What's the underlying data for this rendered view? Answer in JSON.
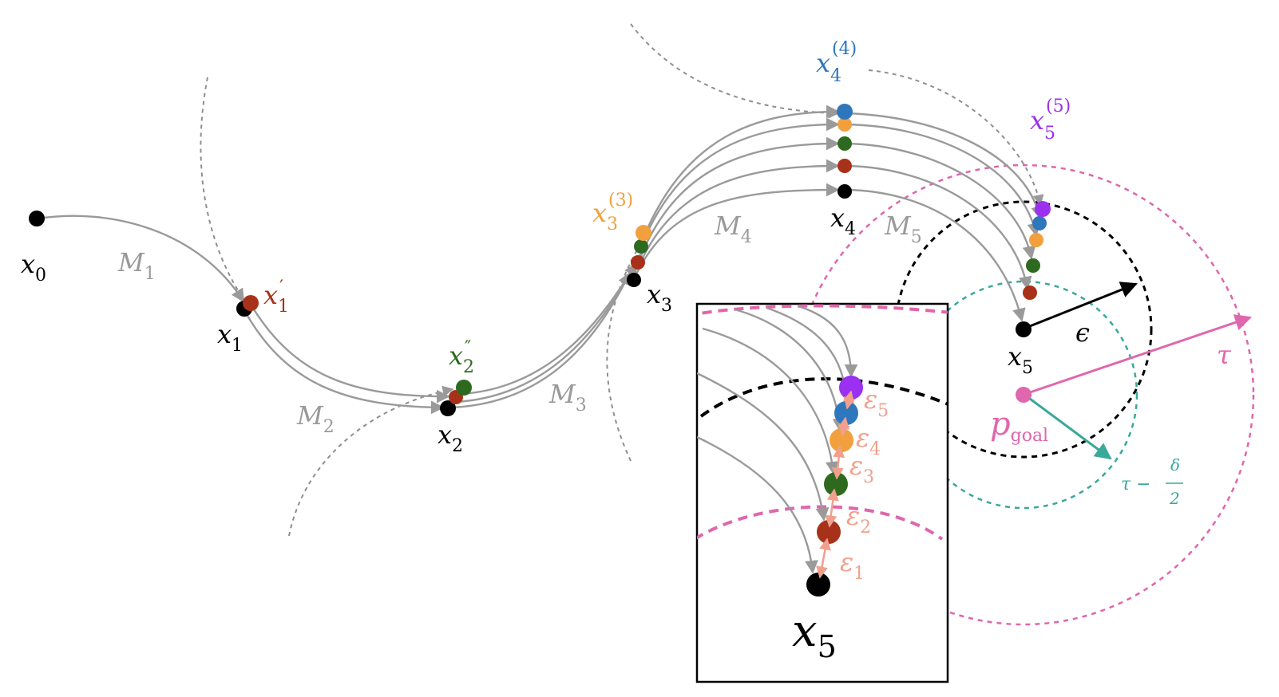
{
  "colors": {
    "black": "#000000",
    "gray": "#9a9a9a",
    "red": "#a83219",
    "green": "#2d6a1f",
    "orange": "#f2a03d",
    "blue": "#2e77bd",
    "purple": "#9b30f0",
    "pink": "#e066ad",
    "teal": "#3aa89a",
    "salmon": "#f0a08c"
  },
  "labels": {
    "x0": {
      "base": "x",
      "sub": "0"
    },
    "x1": {
      "base": "x",
      "sub": "1"
    },
    "x1p": {
      "base": "x",
      "sub": "1",
      "prime": "′"
    },
    "x2": {
      "base": "x",
      "sub": "2"
    },
    "x2pp": {
      "base": "x",
      "sub": "2",
      "prime": "″"
    },
    "x3": {
      "base": "x",
      "sub": "3"
    },
    "x3s": {
      "base": "x",
      "sub": "3",
      "sup": "(3)"
    },
    "x4": {
      "base": "x",
      "sub": "4"
    },
    "x4s": {
      "base": "x",
      "sub": "4",
      "sup": "(4)"
    },
    "x5": {
      "base": "x",
      "sub": "5"
    },
    "x5s": {
      "base": "x",
      "sub": "5",
      "sup": "(5)"
    },
    "M1": {
      "base": "M",
      "sub": "1"
    },
    "M2": {
      "base": "M",
      "sub": "2"
    },
    "M3": {
      "base": "M",
      "sub": "3"
    },
    "M4": {
      "base": "M",
      "sub": "4"
    },
    "M5": {
      "base": "M",
      "sub": "5"
    },
    "pgoal": {
      "base": "p",
      "sub": "goal"
    },
    "epsilon": "ϵ",
    "tau": "τ",
    "tau_minus": "τ −",
    "delta": "δ",
    "two": "2",
    "inset_x5": {
      "base": "x",
      "sub": "5"
    },
    "eps": [
      {
        "base": "ε",
        "sub": "1"
      },
      {
        "base": "ε",
        "sub": "2"
      },
      {
        "base": "ε",
        "sub": "3"
      },
      {
        "base": "ε",
        "sub": "4"
      },
      {
        "base": "ε",
        "sub": "5"
      }
    ]
  }
}
